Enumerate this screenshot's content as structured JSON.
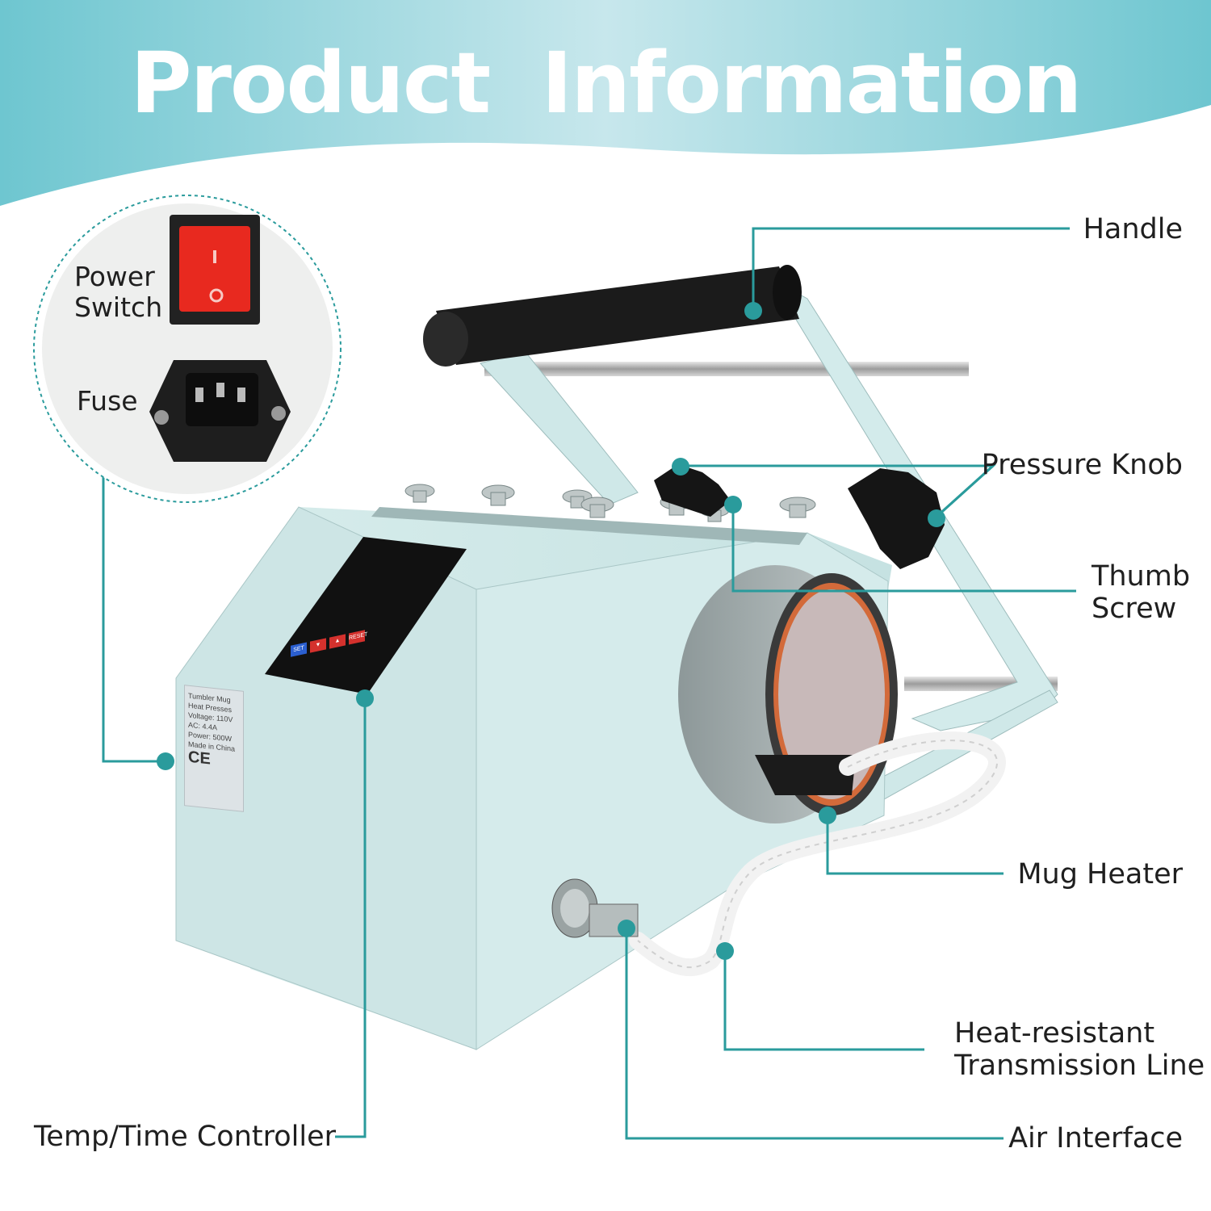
{
  "title": "Product Information",
  "colors": {
    "accent": "#2a9b9c",
    "banner_light": "#bfe4e9",
    "banner_dark": "#6ec6d0",
    "machine_body": "#d9eeee",
    "switch_red": "#e8291f"
  },
  "callouts": {
    "handle": "Handle",
    "pressure_knob": "Pressure Knob",
    "thumb_screw_line1": "Thumb",
    "thumb_screw_line2": "Screw",
    "mug_heater": "Mug Heater",
    "transmission_line1": "Heat-resistant",
    "transmission_line2": "Transmission Line",
    "air_interface": "Air Interface",
    "controller": "Temp/Time Controller"
  },
  "inset": {
    "power_switch_line1": "Power",
    "power_switch_line2": "Switch",
    "fuse": "Fuse"
  },
  "nameplate": {
    "line1": "Tumbler Mug Heat Presses",
    "line2": "Voltage: 110V",
    "line3": "AC: 4.4A",
    "line4": "Power: 500W",
    "line5": "Made in China",
    "ce": "CE"
  },
  "controller_buttons": [
    "SET",
    "▼",
    "▲",
    "RESET"
  ]
}
